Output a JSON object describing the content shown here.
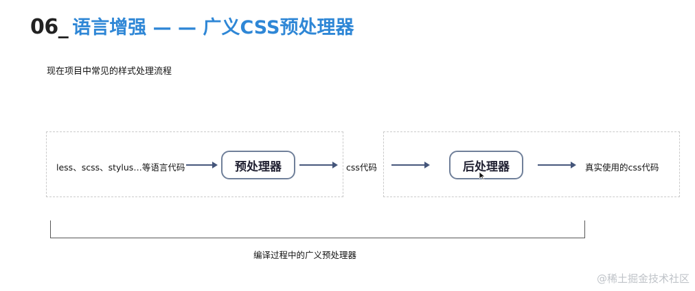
{
  "title": {
    "number": "06_",
    "text": "语言增强 — — 广义CSS预处理器"
  },
  "subtitle": "现在项目中常见的样式处理流程",
  "flow": {
    "source_label": "less、scss、stylus…等语言代码",
    "preprocessor_label": "预处理器",
    "css_code_label": "css代码",
    "postprocessor_label": "后处理器",
    "output_label": "真实使用的css代码"
  },
  "bracket_label": "编译过程中的广义预处理器",
  "watermark": "@稀土掘金技术社区"
}
